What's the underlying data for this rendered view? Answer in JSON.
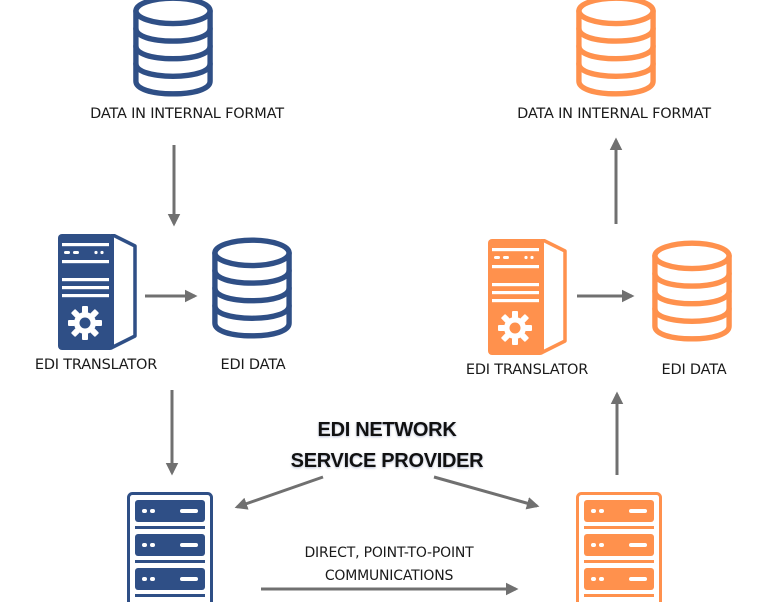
{
  "colors": {
    "blue": "#2f4f86",
    "orange": "#ff914d",
    "arrow": "#707070"
  },
  "left": {
    "internal_data": {
      "icon": "database-icon",
      "label": "DATA IN INTERNAL FORMAT"
    },
    "translator": {
      "icon": "server-gear-icon",
      "label": "EDI TRANSLATOR"
    },
    "edi_data": {
      "icon": "database-icon",
      "label": "EDI DATA"
    },
    "comm_server": {
      "icon": "server-rack-icon"
    }
  },
  "right": {
    "internal_data": {
      "icon": "database-icon",
      "label": "DATA IN INTERNAL FORMAT"
    },
    "translator": {
      "icon": "server-gear-icon",
      "label": "EDI TRANSLATOR"
    },
    "edi_data": {
      "icon": "database-icon",
      "label": "EDI DATA"
    },
    "comm_server": {
      "icon": "server-rack-icon"
    }
  },
  "center": {
    "network_provider": {
      "line1": "EDI NETWORK",
      "line2": "SERVICE PROVIDER"
    },
    "direct": {
      "line1": "DIRECT, POINT-TO-POINT",
      "line2": "COMMUNICATIONS"
    }
  }
}
